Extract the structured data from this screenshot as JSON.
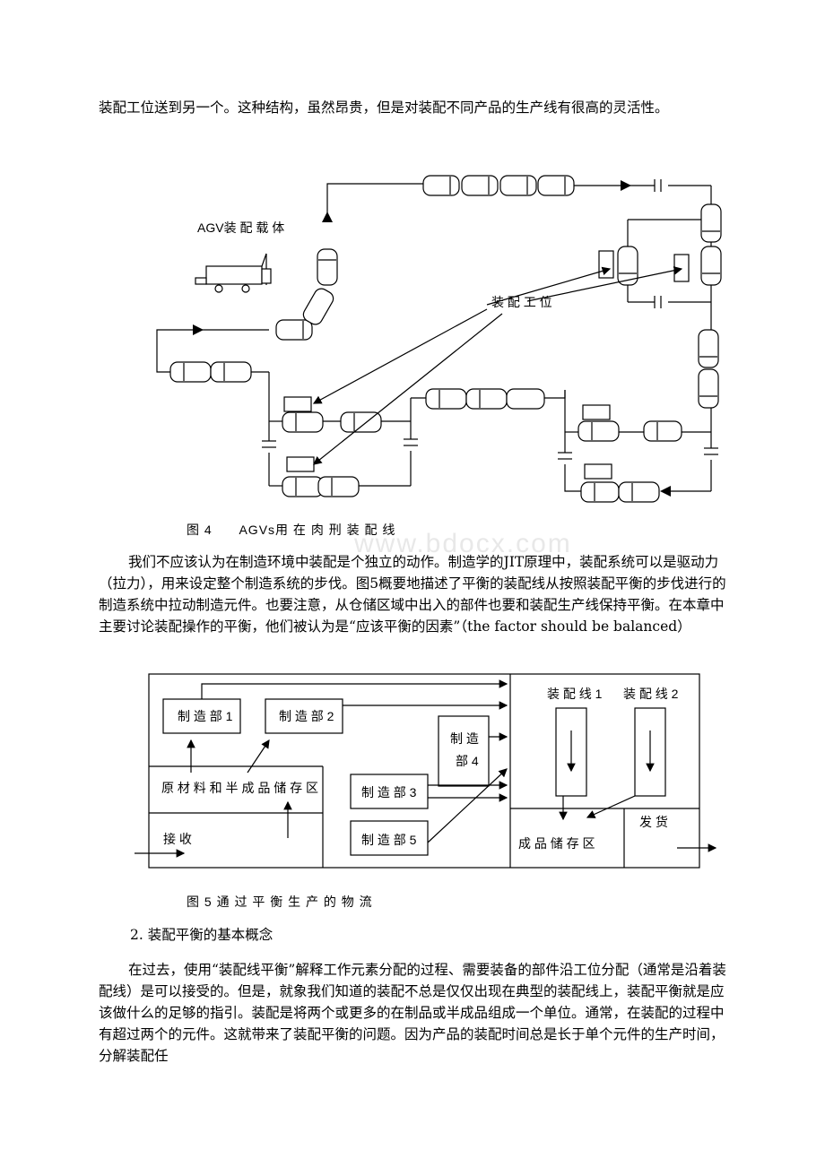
{
  "para_top": "装配工位送到另一个。这种结构，虽然昂贵，但是对装配不同产品的生产线有很高的灵活性。",
  "fig4": {
    "agv_label": "AGV装 配 载 体",
    "station_label": "装 配 工 位",
    "caption_prefix": "图 4",
    "caption_rest": "AGVs用 在 肉 刑 装 配 线"
  },
  "para_jit": "我们不应该认为在制造环境中装配是个独立的动作。制造学的JIT原理中，装配系统可以是驱动力（拉力），用来设定整个制造系统的步伐。图5概要地描述了平衡的装配线从按照装配平衡的步伐进行的制造系统中拉动制造元件。也要注意，从仓储区域中出入的部件也要和装配生产线保持平衡。在本章中主要讨论装配操作的平衡，他们被认为是“应该平衡的因素”（the factor should be balanced）",
  "fig5": {
    "dept1": "制 造 部 1",
    "dept2": "制 造 部 2",
    "dept3": "制 造 部 3",
    "dept4_line1": "制 造",
    "dept4_line2": "部 4",
    "dept5": "制 造 部 5",
    "raw": "原 材 料 和 半 成 品 储 存 区",
    "receive": "接 收",
    "line1": "装 配 线 1",
    "line2": "装 配 线 2",
    "finished": "成 品 储 存 区",
    "ship": "发 货",
    "caption": "图 5   通 过 平 衡 生 产 的 物 流"
  },
  "section_title": "2. 装配平衡的基本概念",
  "para_last": "在过去，使用“装配线平衡”解释工作元素分配的过程、需要装备的部件沿工位分配（通常是沿着装配线）是可以接受的。但是，就象我们知道的装配不总是仅仅出现在典型的装配线上，装配平衡就是应该做什么的足够的指引。装配是将两个或更多的在制品或半成品组成一个单位。通常，在装配的过程中有超过两个的元件。这就带来了装配平衡的问题。因为产品的装配时间总是长于单个元件的生产时间，分解装配任",
  "watermark": "www.bdocx.com"
}
